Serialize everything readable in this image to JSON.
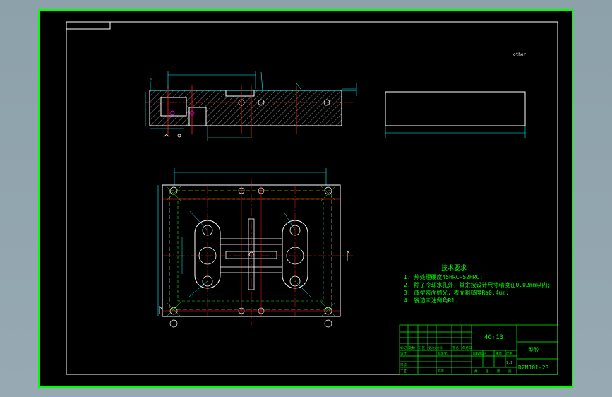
{
  "colors": {
    "background": "#8fa3ad",
    "sheet": "#000000",
    "border": "#ffffff",
    "outer_frame": "#00ff00",
    "drawing_lines": "#ffffff",
    "dimension_lines": "#00ffff",
    "center_lines": "#ff2020",
    "hatch": "#9a9a9a",
    "notes": "#00ff00",
    "title_block": "#00ff00",
    "hidden_lines": "#ffff00",
    "holes": "#ff00ff"
  },
  "drawing": {
    "roughness_mark": "other",
    "tech_requirements": {
      "title": "技术要求",
      "items": [
        "1. 热处理硬度45HRC~52HRC;",
        "2. 除了冷却水孔外，其余按设计尺寸精度在0.02mm以内;",
        "3. 成型表面抛光，表面粗糙度Ra0.4um;",
        "4. 锐边未注倒角R1."
      ]
    },
    "title_block": {
      "material": "4Cr13",
      "part_name": "型腔",
      "drawing_number": "DZMJ01-23",
      "scale": "1:1",
      "row_labels": [
        "标记",
        "设计",
        "审核",
        "工艺"
      ],
      "row_headers": [
        "处数",
        "分区",
        "更改文件号",
        "签名",
        "年月日"
      ],
      "col_labels": [
        "标准化",
        "批准"
      ],
      "stage_headers": [
        "阶段标记",
        "重量",
        "比例"
      ],
      "sheet_headers": [
        "共",
        "张",
        "第",
        "张"
      ]
    }
  }
}
